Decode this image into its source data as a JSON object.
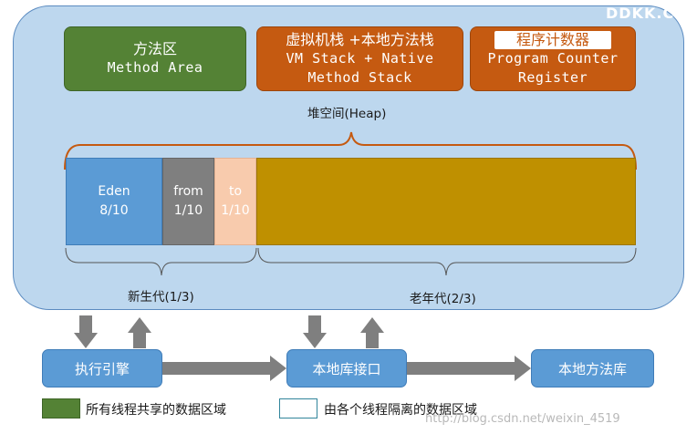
{
  "watermark_top": "DDKK.C",
  "watermark_bottom": "http://blog.csdn.net/weixin_4519",
  "method_area": {
    "cn": "方法区",
    "en": "Method Area"
  },
  "vm_stack": {
    "cn": "虚拟机栈 +本地方法栈",
    "en1": "VM Stack + Native",
    "en2": "Method Stack"
  },
  "pc_register": {
    "cn": "程序计数器",
    "en1": "Program Counter",
    "en2": "Register"
  },
  "heap_label": "堆空间(Heap)",
  "eden": {
    "name": "Eden",
    "ratio": "8/10"
  },
  "from": {
    "name": "from",
    "ratio": "1/10"
  },
  "to": {
    "name": "to",
    "ratio": "1/10"
  },
  "young_gen": "新生代(1/3)",
  "old_gen": "老年代(2/3)",
  "exec_engine": "执行引擎",
  "native_interface": "本地库接口",
  "native_library": "本地方法库",
  "legend_shared": "所有线程共享的数据区域",
  "legend_isolated": "由各个线程隔离的数据区域",
  "colors": {
    "shared": "#548235",
    "isolated": "#c55a11",
    "old": "#bf9000",
    "eden": "#5b9bd5",
    "survivor_from": "#7f7f7f",
    "survivor_to": "#f8cbad"
  }
}
